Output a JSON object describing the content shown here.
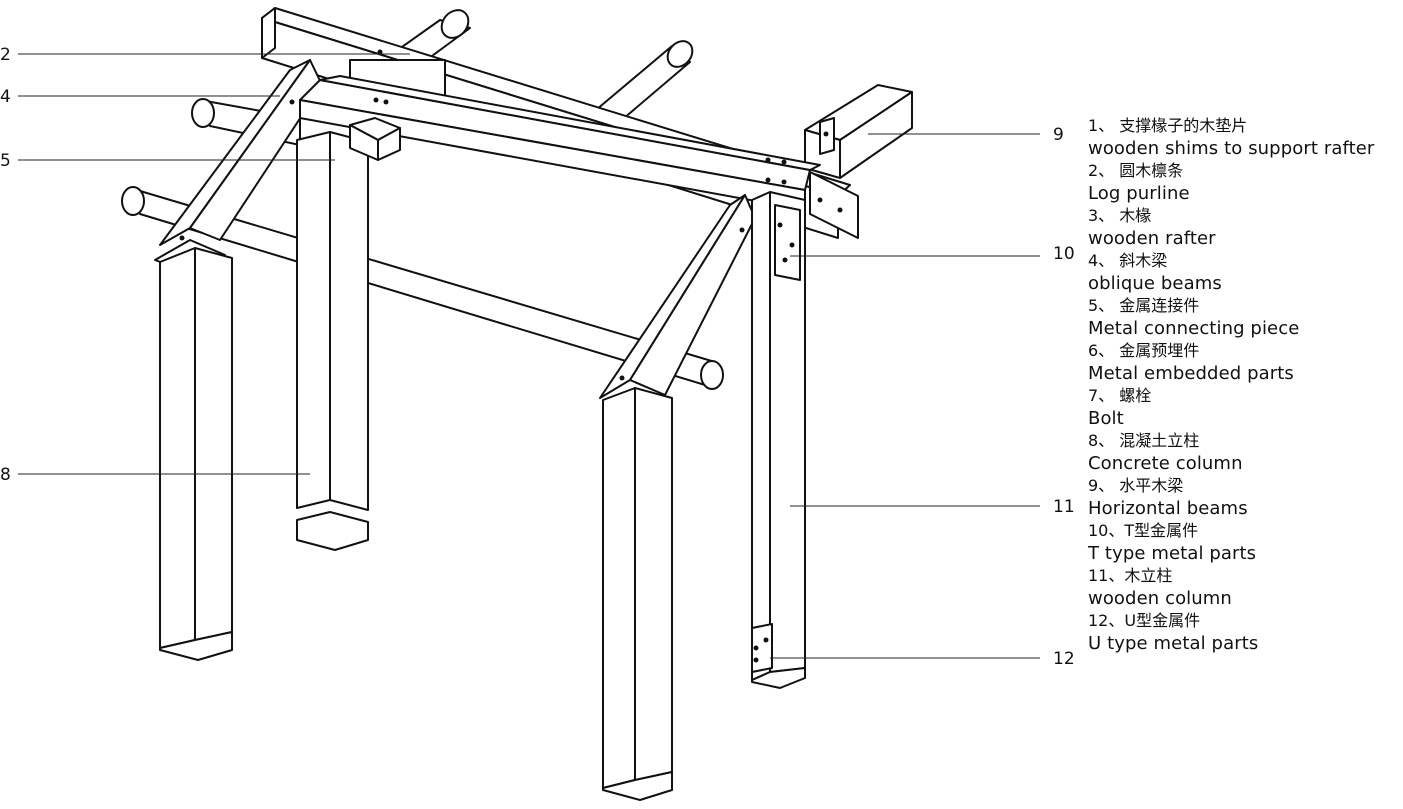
{
  "callouts": {
    "left": [
      "2",
      "4",
      "5",
      "8"
    ],
    "right": [
      "9",
      "10",
      "11",
      "12"
    ]
  },
  "legend": [
    {
      "cn": "1、 支撑椽子的木垫片",
      "en": "wooden shims to support rafter"
    },
    {
      "cn": "2、 圆木檩条",
      "en": "Log purline"
    },
    {
      "cn": "3、 木椽",
      "en": "wooden rafter"
    },
    {
      "cn": "4、 斜木梁",
      "en": "oblique beams"
    },
    {
      "cn": "5、 金属连接件",
      "en": "Metal connecting piece"
    },
    {
      "cn": "6、 金属预埋件",
      "en": "Metal embedded parts"
    },
    {
      "cn": "7、 螺栓",
      "en": "Bolt"
    },
    {
      "cn": "8、 混凝土立柱",
      "en": "Concrete column"
    },
    {
      "cn": "9、 水平木梁",
      "en": "Horizontal beams"
    },
    {
      "cn": "10、T型金属件",
      "en": "T type metal parts"
    },
    {
      "cn": "11、木立柱",
      "en": "wooden column"
    },
    {
      "cn": "12、U型金属件",
      "en": "U type metal parts"
    }
  ]
}
